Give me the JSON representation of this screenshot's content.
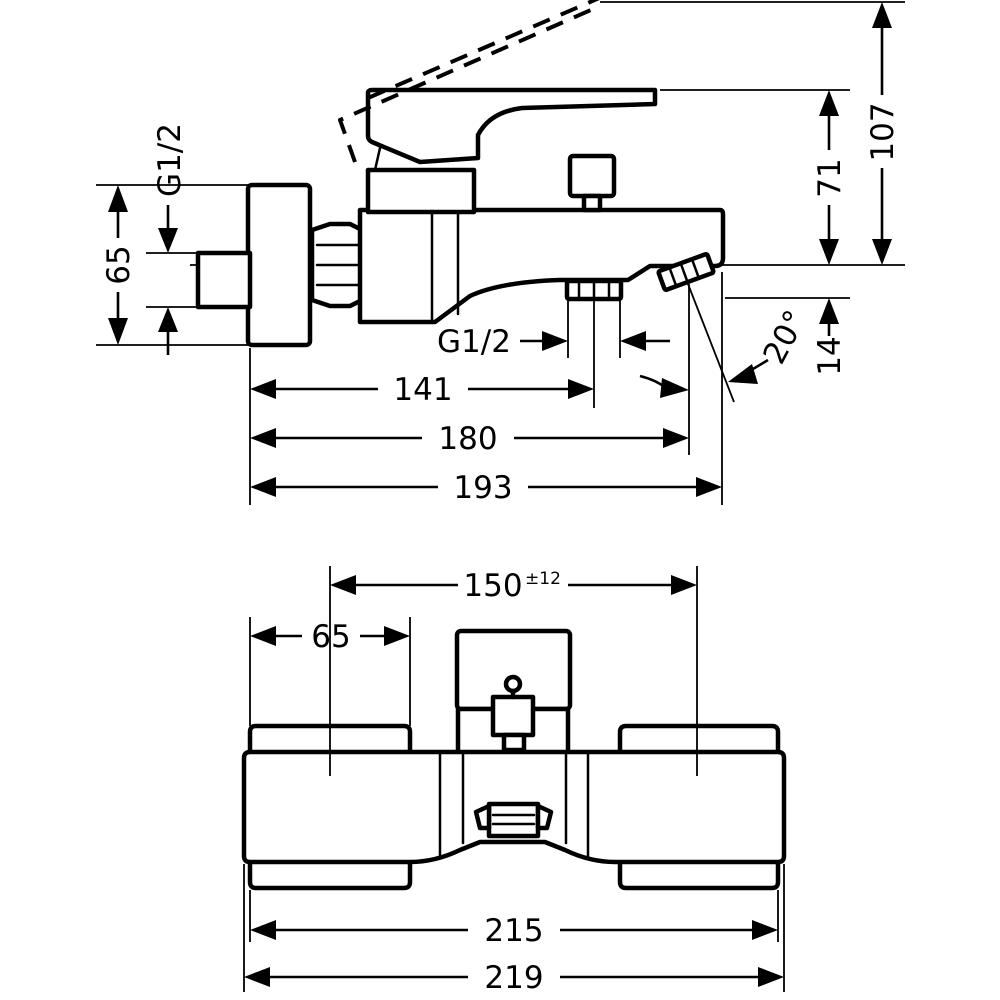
{
  "side_view": {
    "dim_thread_left": "G1/2",
    "dim_height_body": "65",
    "dim_thread_bottom": "G1/2",
    "dim_141": "141",
    "dim_180": "180",
    "dim_193": "193",
    "dim_107": "107",
    "dim_71": "71",
    "dim_14": "14",
    "dim_angle": "20°"
  },
  "top_view": {
    "dim_centers_value": "150",
    "dim_centers_tolerance": "±12",
    "dim_65": "65",
    "dim_215": "215",
    "dim_219": "219"
  }
}
